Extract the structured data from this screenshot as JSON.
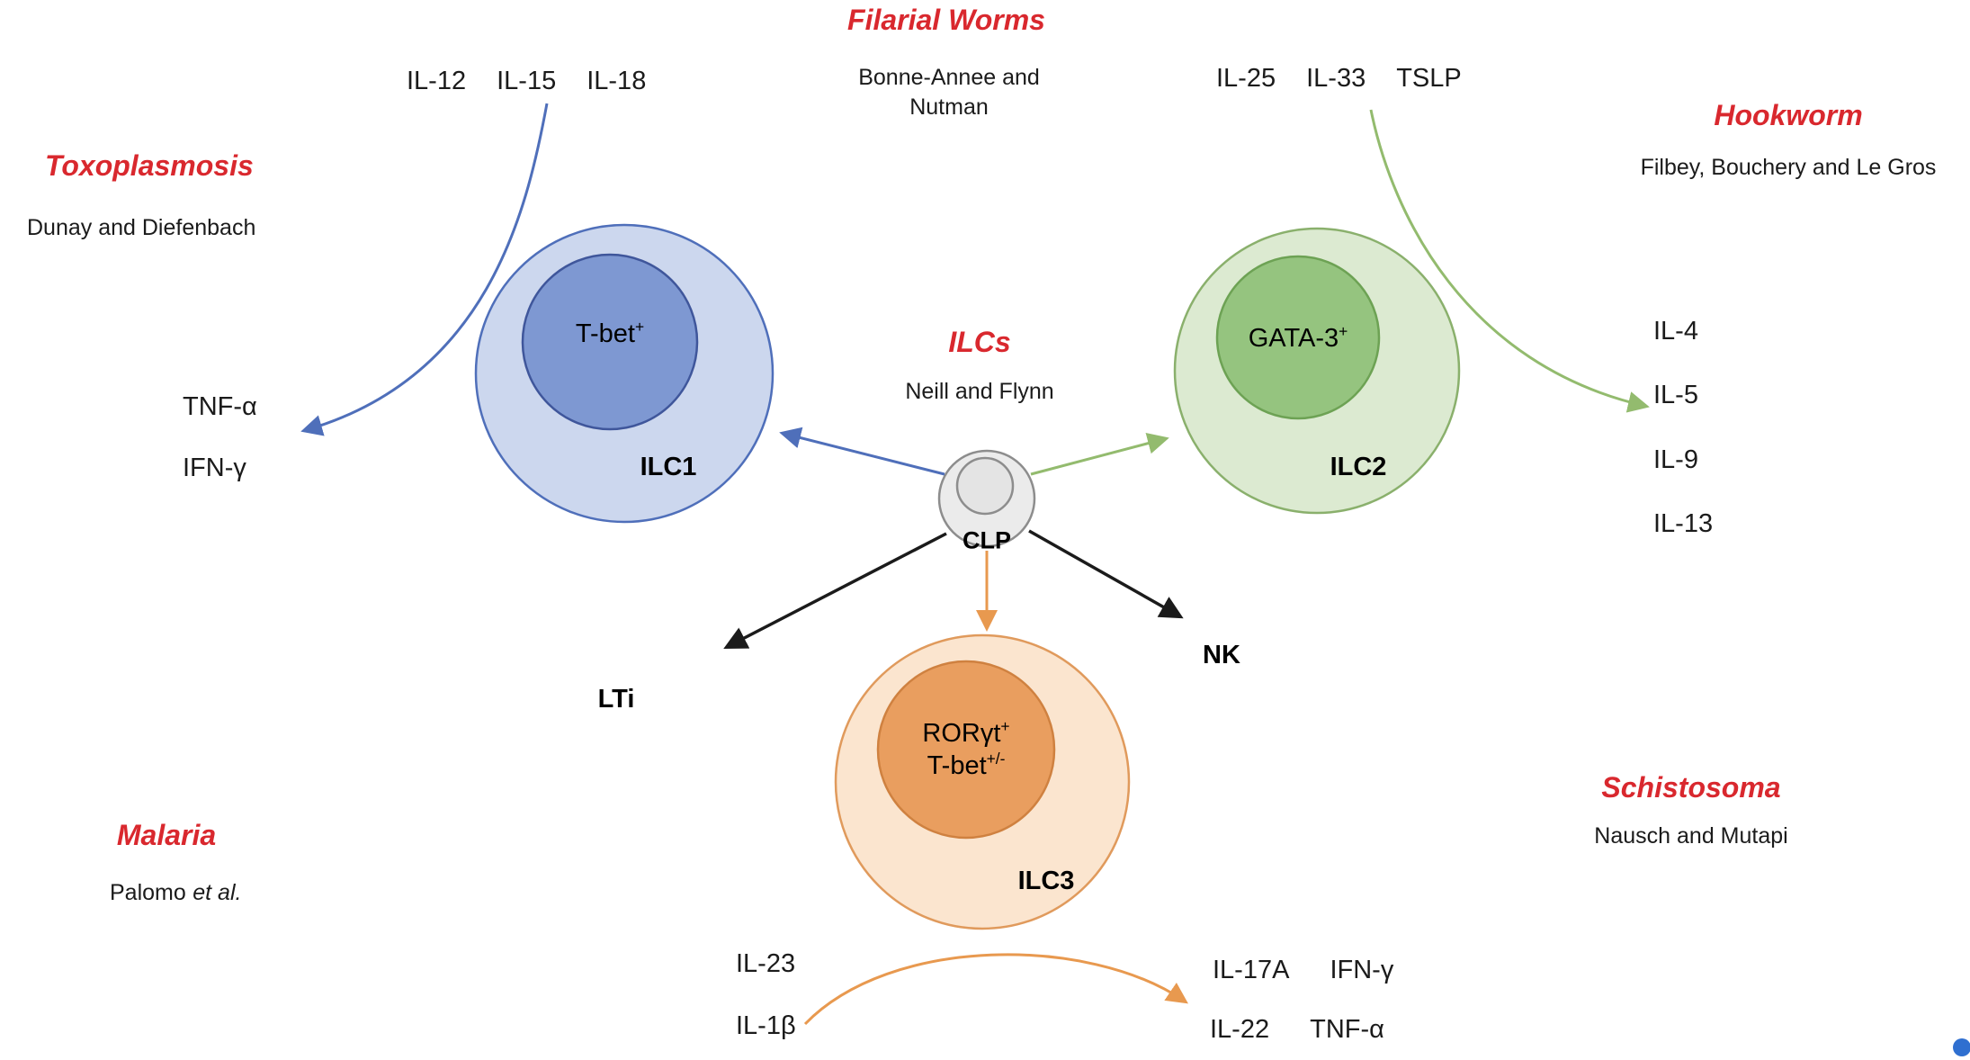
{
  "colors": {
    "red": "#d9282e",
    "ink": "#1b1b1b",
    "ilc1-fill": "#ccd7ee",
    "ilc1-stroke": "#4f6fba",
    "ilc1-inner-fill": "#7e98d2",
    "ilc1-inner-stroke": "#3f569b",
    "ilc2-fill": "#dcead1",
    "ilc2-stroke": "#8ab06c",
    "ilc2-inner-fill": "#95c47f",
    "ilc2-inner-stroke": "#6da254",
    "ilc3-fill": "#fbe5cf",
    "ilc3-stroke": "#e09a5c",
    "ilc3-inner-fill": "#e99e5f",
    "ilc3-inner-stroke": "#cf8140",
    "clp-fill": "#ebebeb",
    "clp-inner-fill": "#e4e4e4",
    "clp-stroke": "#8d8d8d",
    "arrow-blue": "#4f6fba",
    "arrow-green": "#93bb6e",
    "arrow-orange": "#e8994f",
    "arrow-black": "#1b1b1b",
    "corner-blue": "#2f6fd0"
  },
  "sections": {
    "filarial": {
      "title": "Filarial Worms",
      "authors": "Bonne-Annee and Nutman"
    },
    "toxoplasmosis": {
      "title": "Toxoplasmosis",
      "authors": "Dunay and Diefenbach"
    },
    "hookworm": {
      "title": "Hookworm",
      "authors": "Filbey, Bouchery and Le Gros"
    },
    "ilcs": {
      "title": "ILCs",
      "authors": "Neill and Flynn"
    },
    "malaria": {
      "title": "Malaria",
      "authors_name": "Palomo",
      "authors_etal": "et al."
    },
    "schistosoma": {
      "title": "Schistosoma",
      "authors": "Nausch and Mutapi"
    }
  },
  "cells": {
    "clp": "CLP",
    "lti": "LTi",
    "nk": "NK",
    "ilc1": {
      "label": "ILC1",
      "tf_base": "T-bet",
      "tf_sup": "+"
    },
    "ilc2": {
      "label": "ILC2",
      "tf_base": "GATA-3",
      "tf_sup": "+"
    },
    "ilc3": {
      "label": "ILC3",
      "tf1_base": "RORγt",
      "tf1_sup": "+",
      "tf2_base": "T-bet",
      "tf2_sup": "+/-"
    }
  },
  "cytokines": {
    "ilc1_in": [
      "IL-12",
      "IL-15",
      "IL-18"
    ],
    "ilc1_out": [
      "TNF-α",
      "IFN-γ"
    ],
    "ilc2_in": [
      "IL-25",
      "IL-33",
      "TSLP"
    ],
    "ilc2_out": [
      "IL-4",
      "IL-5",
      "IL-9",
      "IL-13"
    ],
    "ilc3_in": [
      "IL-23",
      "IL-1β"
    ],
    "ilc3_out": [
      [
        "IL-17A",
        "IFN-γ"
      ],
      [
        "IL-22",
        "TNF-α"
      ]
    ]
  }
}
